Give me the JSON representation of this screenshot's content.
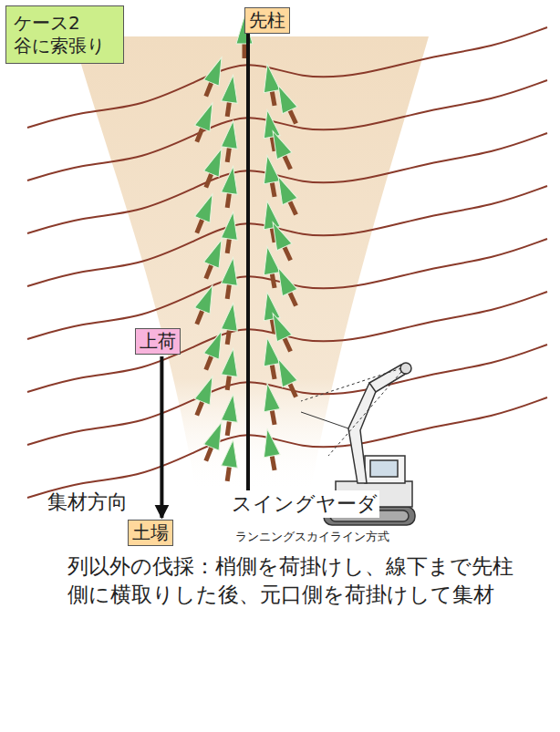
{
  "diagram": {
    "caption": "列以外の伐採：梢側を荷掛けし、線下まで先柱側に横取りした後、元口側を荷掛けして集材",
    "nodes": [
      {
        "text": [
          "ケース2 谷に索張り"
        ]
      },
      {
        "text": [
          "先柱"
        ]
      },
      {
        "text": [
          "上荷"
        ]
      },
      {
        "text": [
          "土場"
        ]
      }
    ],
    "edges": [
      {
        "from": 2,
        "to": 3,
        "arrow": "to"
      }
    ],
    "labels": [
      "集材方向",
      "スイングヤーダ",
      "ランニングスカイライン方式"
    ]
  }
}
